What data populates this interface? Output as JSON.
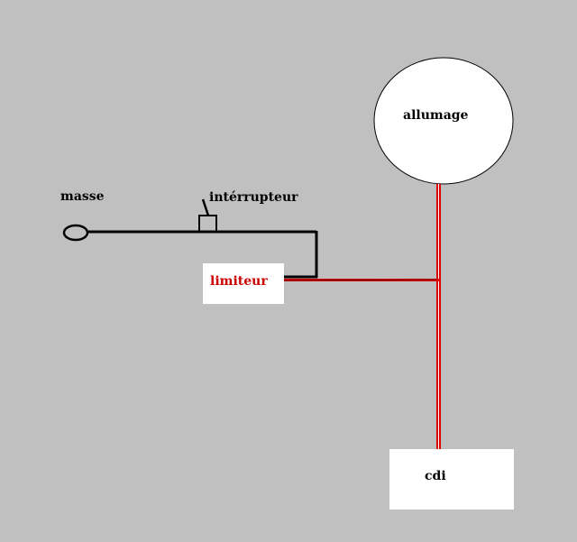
{
  "labels": {
    "masse": "masse",
    "interrupteur": "intérrupteur",
    "allumage": "allumage",
    "limiteur": "limiteur",
    "cdi": "cdi"
  },
  "colors": {
    "background": "#c0c0c0",
    "ground_wire": "#000000",
    "signal_wire": "#dd0000",
    "signal_wire_core": "#ffffff",
    "box_fill": "#ffffff",
    "limiteur_text": "#cc0000"
  }
}
